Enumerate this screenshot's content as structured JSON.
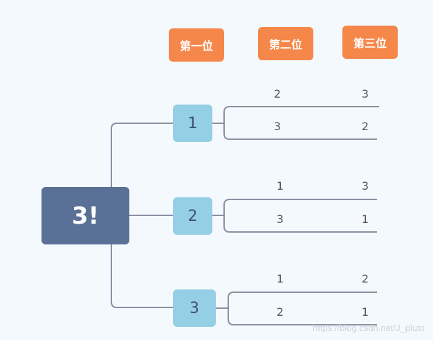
{
  "headers": [
    "第一位",
    "第二位",
    "第三位"
  ],
  "root": {
    "label": "3!"
  },
  "branches": [
    {
      "first": "1",
      "perms": [
        {
          "second": "2",
          "third": "3"
        },
        {
          "second": "3",
          "third": "2"
        }
      ]
    },
    {
      "first": "2",
      "perms": [
        {
          "second": "1",
          "third": "3"
        },
        {
          "second": "3",
          "third": "1"
        }
      ]
    },
    {
      "first": "3",
      "perms": [
        {
          "second": "1",
          "third": "2"
        },
        {
          "second": "2",
          "third": "1"
        }
      ]
    }
  ],
  "watermark": "https://blog.csdn.net/J_pluto",
  "colors": {
    "header": "#f5874a",
    "root": "#5a7096",
    "node": "#95cfe5",
    "line": "#8a8fa3"
  }
}
